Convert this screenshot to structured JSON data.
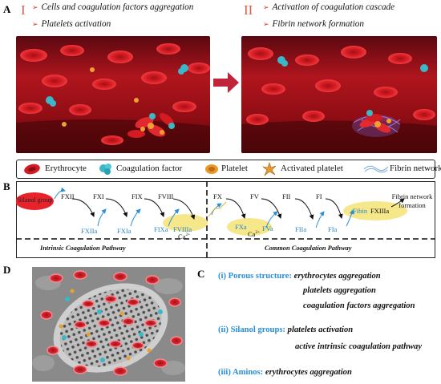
{
  "panel_labels": {
    "a": "A",
    "b": "B",
    "c": "C",
    "d": "D"
  },
  "panel_a": {
    "left": {
      "roman": "I",
      "bullets": [
        "Cells and coagulation factors aggregation",
        "Platelets activation"
      ]
    },
    "right": {
      "roman": "II",
      "bullets": [
        "Activation of coagulation cascade",
        "Fibrin network formation"
      ]
    }
  },
  "legend": {
    "items": [
      "Erythrocyte",
      "Coagulation factor",
      "Platelet",
      "Activated platelet",
      "Fibrin network"
    ]
  },
  "panel_b": {
    "silanol": "Silanol group",
    "intrinsic_factors": [
      "FXII",
      "FXI",
      "FIX",
      "FVIII"
    ],
    "intrinsic_active": [
      "FXIIa",
      "FXIa",
      "FIXa",
      "FVIIIa"
    ],
    "common_factors": [
      "FX",
      "FV",
      "FII",
      "FI"
    ],
    "common_active": [
      "FXa",
      "FVa",
      "FIIa",
      "FIa"
    ],
    "ca_label": "Ca",
    "ca_sup": "2+",
    "fibrin_left": "Fibin",
    "fibrin_right": "FXIIIa",
    "fibrin_result": "Fibrin network formation",
    "intrinsic_pathway": "Intrinsic Coagulation Pathway",
    "common_pathway": "Common Coagulation Pathway"
  },
  "panel_c": {
    "i_head": "(i) Porous structure:",
    "i_items": [
      "erythrocytes  aggregation",
      "platelets aggregation",
      "coagulation factors aggregation"
    ],
    "ii_head": "(ii) Silanol groups:",
    "ii_items": [
      "platelets activation",
      "active intrinsic coagulation pathway"
    ],
    "iii_head": "(iii) Aminos:",
    "iii_items": [
      "erythrocytes  aggregation"
    ]
  },
  "colors": {
    "blood_dark": "#6a0a10",
    "blood_mid": "#b8141c",
    "rbc": "#d41b22",
    "accent_red": "#d23a2a",
    "blue": "#2a8fd6",
    "yellow": "#f3e27a"
  }
}
